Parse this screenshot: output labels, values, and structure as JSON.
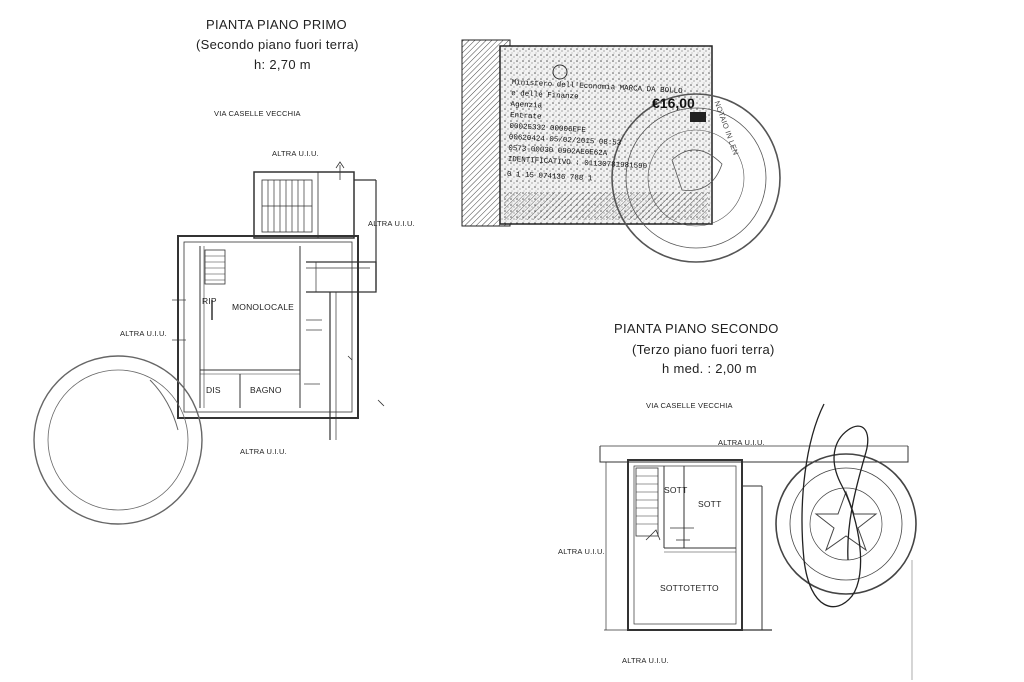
{
  "plan_primo": {
    "title": "PIANTA PIANO PRIMO",
    "subtitle": "(Secondo piano fuori terra)",
    "height": "h: 2,70 m",
    "street": "VIA CASELLE VECCHIA",
    "neighbor_top": "ALTRA U.I.U.",
    "neighbor_right": "ALTRA U.I.U.",
    "neighbor_left": "ALTRA U.I.U.",
    "neighbor_bottom": "ALTRA U.I.U.",
    "rooms": {
      "monolocale": "MONOLOCALE",
      "rip": "RIP",
      "dis": "DIS",
      "bagno": "BAGNO"
    }
  },
  "plan_secondo": {
    "title": "PIANTA PIANO SECONDO",
    "subtitle": "(Terzo piano fuori terra)",
    "height": "h med. : 2,00 m",
    "street": "VIA CASELLE VECCHIA",
    "neighbor_top": "ALTRA U.I.U.",
    "neighbor_left": "ALTRA U.I.U.",
    "neighbor_bottom": "ALTRA U.I.U.",
    "rooms": {
      "sott_1": "SOTT",
      "sott_2": "SOTT",
      "sottotetto": "SOTTOTETTO"
    }
  },
  "revenue_stamp": {
    "lines": [
      "Ministero dell'Economia MARCA DA BOLLO",
      "e delle Finanze",
      "Agenzia",
      "Entrate",
      "00025332 00006EFE",
      "00620424 05/02/2015 08:53",
      "0573-00030 0902AE6E62A",
      "IDENTIFICATIVO : 01130781981590",
      "0 1 15 074136 788 1"
    ],
    "amount": "€16,00"
  },
  "seals": {
    "notary_text": "NOTAIO IN LEN"
  }
}
